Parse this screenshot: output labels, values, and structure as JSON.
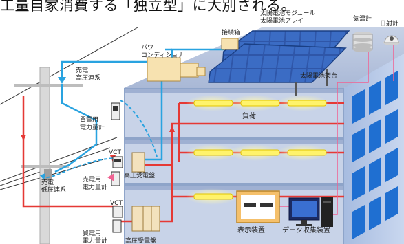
{
  "banner": "工量自家消費する「独立型」に大別される。",
  "labels": {
    "solar_module": "太陽電池モジュール",
    "solar_array": "太陽電池アレイ",
    "thermometer": "気温計",
    "pyranometer": "日射計",
    "junction_box": "接続箱",
    "pcs_line1": "パワー",
    "pcs_line2": "コンディショナ",
    "array_stand": "太陽電池架台",
    "sell_hv_1": "売電",
    "sell_hv_2": "高圧連系",
    "buy_meter_1": "買電用",
    "buy_meter_2": "電力量計",
    "vct_upper": "VCT",
    "sell_meter_1": "売電用",
    "sell_meter_2": "電力量計",
    "hv_panel_upper": "高圧受電盤",
    "sell_lv_1": "売電",
    "sell_lv_2": "低圧連系",
    "vct_lower": "VCT",
    "buy_meter_low_1": "買電用",
    "buy_meter_low_2": "電力量計",
    "hv_panel_lower": "高圧受電盤",
    "load": "負荷",
    "display": "表示装置",
    "data_collector": "データ収集装置"
  },
  "colors": {
    "power_line": "#e53935",
    "dc_line": "#29a3e0",
    "signal_line": "#f06292",
    "building": "#8fa7cc",
    "window": "#1f6fd1",
    "panel": "#2f56a8"
  }
}
